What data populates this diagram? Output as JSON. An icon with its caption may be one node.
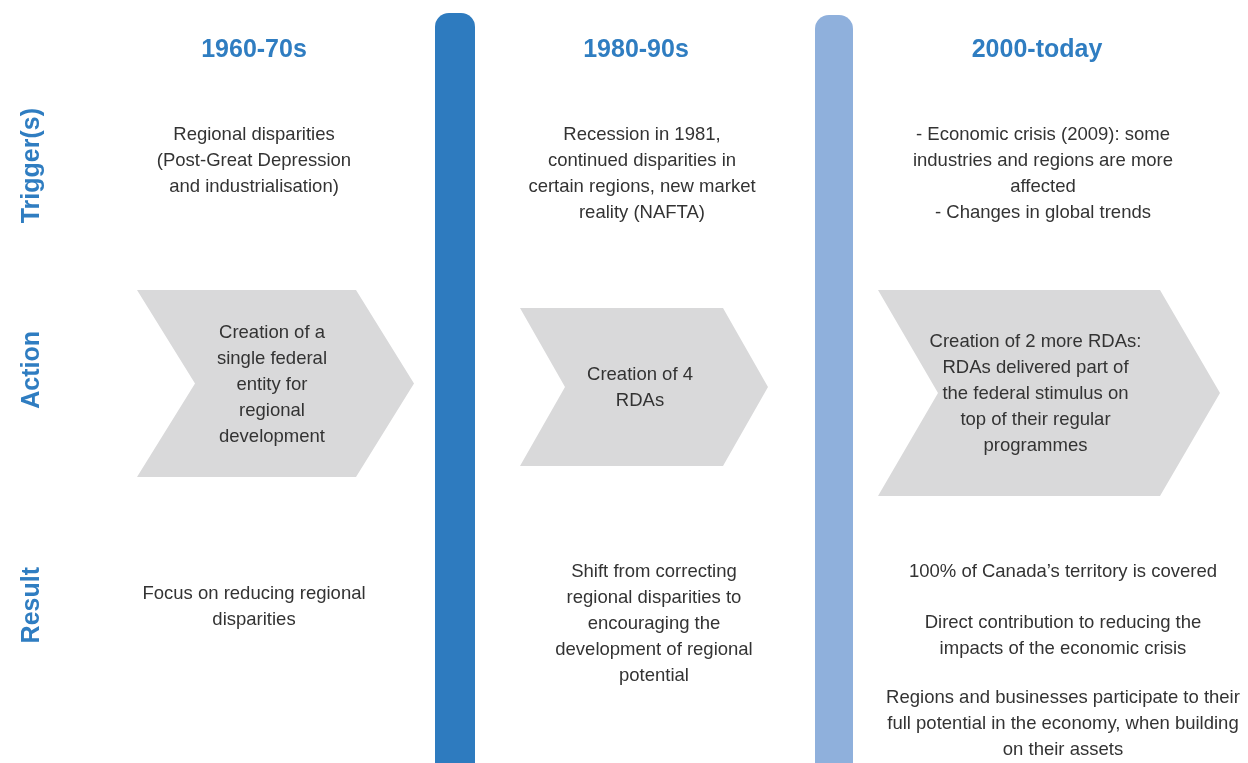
{
  "diagram": {
    "nodes": [
      {
        "text": [
          "Creation of a single federal entity for regional development"
        ]
      },
      {
        "text": [
          "Creation of 4 RDAs"
        ]
      },
      {
        "text": [
          "Creation of 2 more RDAs:",
          "RDAs delivered part of the federal stimulus on top of their regular programmes"
        ]
      },
      {
        "text": [],
        "shape": "bar"
      },
      {
        "text": [],
        "shape": "bar"
      }
    ],
    "labels": [
      "1960-70s",
      "1980-90s",
      "2000-today",
      "Trigger(s)",
      "Regional disparities (Post-Great Depression and industrialisation)",
      "Recession in 1981, continued disparities in certain regions, new market reality (NAFTA)",
      "- Economic crisis (2009): some industries and regions are more affected",
      "- Changes in global trends",
      "Action",
      "Result",
      "Focus on reducing regional disparities",
      "Shift from correcting regional disparities to encouraging the development of regional potential",
      "100% of Canada’s territory is covered",
      "Direct contribution to reducing the impacts of the economic crisis",
      "Regions and businesses participate to their full potential in the economy, when building on their assets"
    ]
  }
}
